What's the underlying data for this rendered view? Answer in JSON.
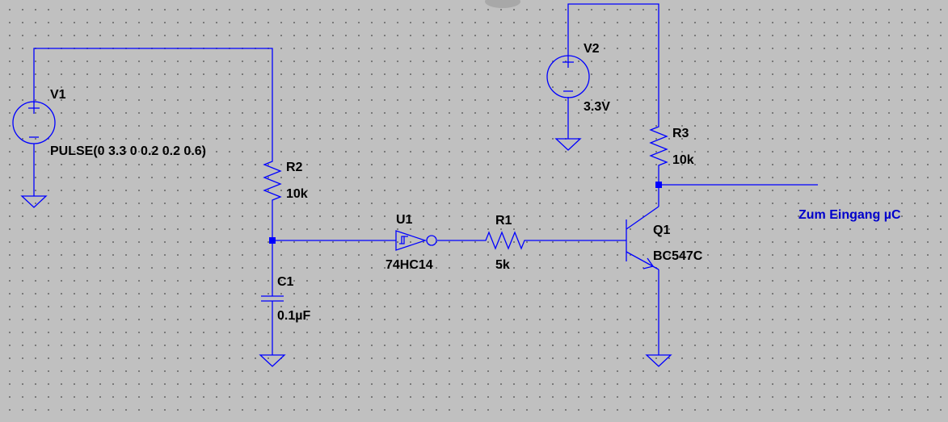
{
  "schematic": {
    "components": {
      "v1": {
        "name": "V1",
        "value": "PULSE(0 3.3 0 0.2 0.2 0.6)"
      },
      "v2": {
        "name": "V2",
        "value": "3.3V"
      },
      "r2": {
        "name": "R2",
        "value": "10k"
      },
      "r1": {
        "name": "R1",
        "value": "5k"
      },
      "r3": {
        "name": "R3",
        "value": "10k"
      },
      "c1": {
        "name": "C1",
        "value": "0.1µF"
      },
      "u1": {
        "name": "U1",
        "value": "74HC14"
      },
      "q1": {
        "name": "Q1",
        "value": "BC547C"
      }
    },
    "net_label": "Zum Eingang µC"
  },
  "colors": {
    "background": "#c0c0c0",
    "wire": "#0000ff",
    "net_label": "#0000cc",
    "text": "#000000"
  }
}
